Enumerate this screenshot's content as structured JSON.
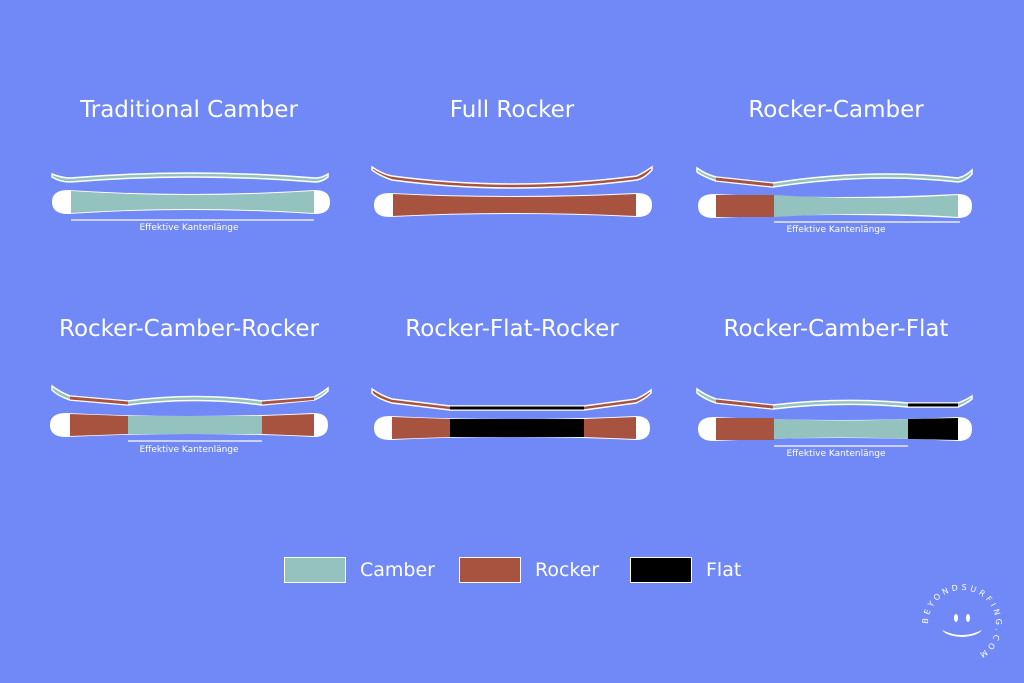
{
  "colors": {
    "background": "#7189f7",
    "camber": "#94c2bf",
    "rocker": "#a8533f",
    "flat": "#000000",
    "outline": "#ffffff"
  },
  "panels": [
    {
      "title": "Traditional Camber",
      "edge_label": "Effektive Kantenlänge",
      "segments": [
        "camber"
      ]
    },
    {
      "title": "Full Rocker",
      "edge_label": "",
      "segments": [
        "rocker"
      ]
    },
    {
      "title": "Rocker-Camber",
      "edge_label": "Effektive Kantenlänge",
      "segments": [
        "rocker",
        "camber"
      ]
    },
    {
      "title": "Rocker-Camber-Rocker",
      "edge_label": "Effektive Kantenlänge",
      "segments": [
        "rocker",
        "camber",
        "rocker"
      ]
    },
    {
      "title": "Rocker-Flat-Rocker",
      "edge_label": "",
      "segments": [
        "rocker",
        "flat",
        "rocker"
      ]
    },
    {
      "title": "Rocker-Camber-Flat",
      "edge_label": "Effektive Kantenlänge",
      "segments": [
        "rocker",
        "camber",
        "flat"
      ]
    }
  ],
  "legend": [
    {
      "label": "Camber",
      "color": "#94c2bf"
    },
    {
      "label": "Rocker",
      "color": "#a8533f"
    },
    {
      "label": "Flat",
      "color": "#000000"
    }
  ],
  "logo": {
    "text": "BEYONDSURFING.COM",
    "icon": "smiley-surfboard-icon"
  }
}
